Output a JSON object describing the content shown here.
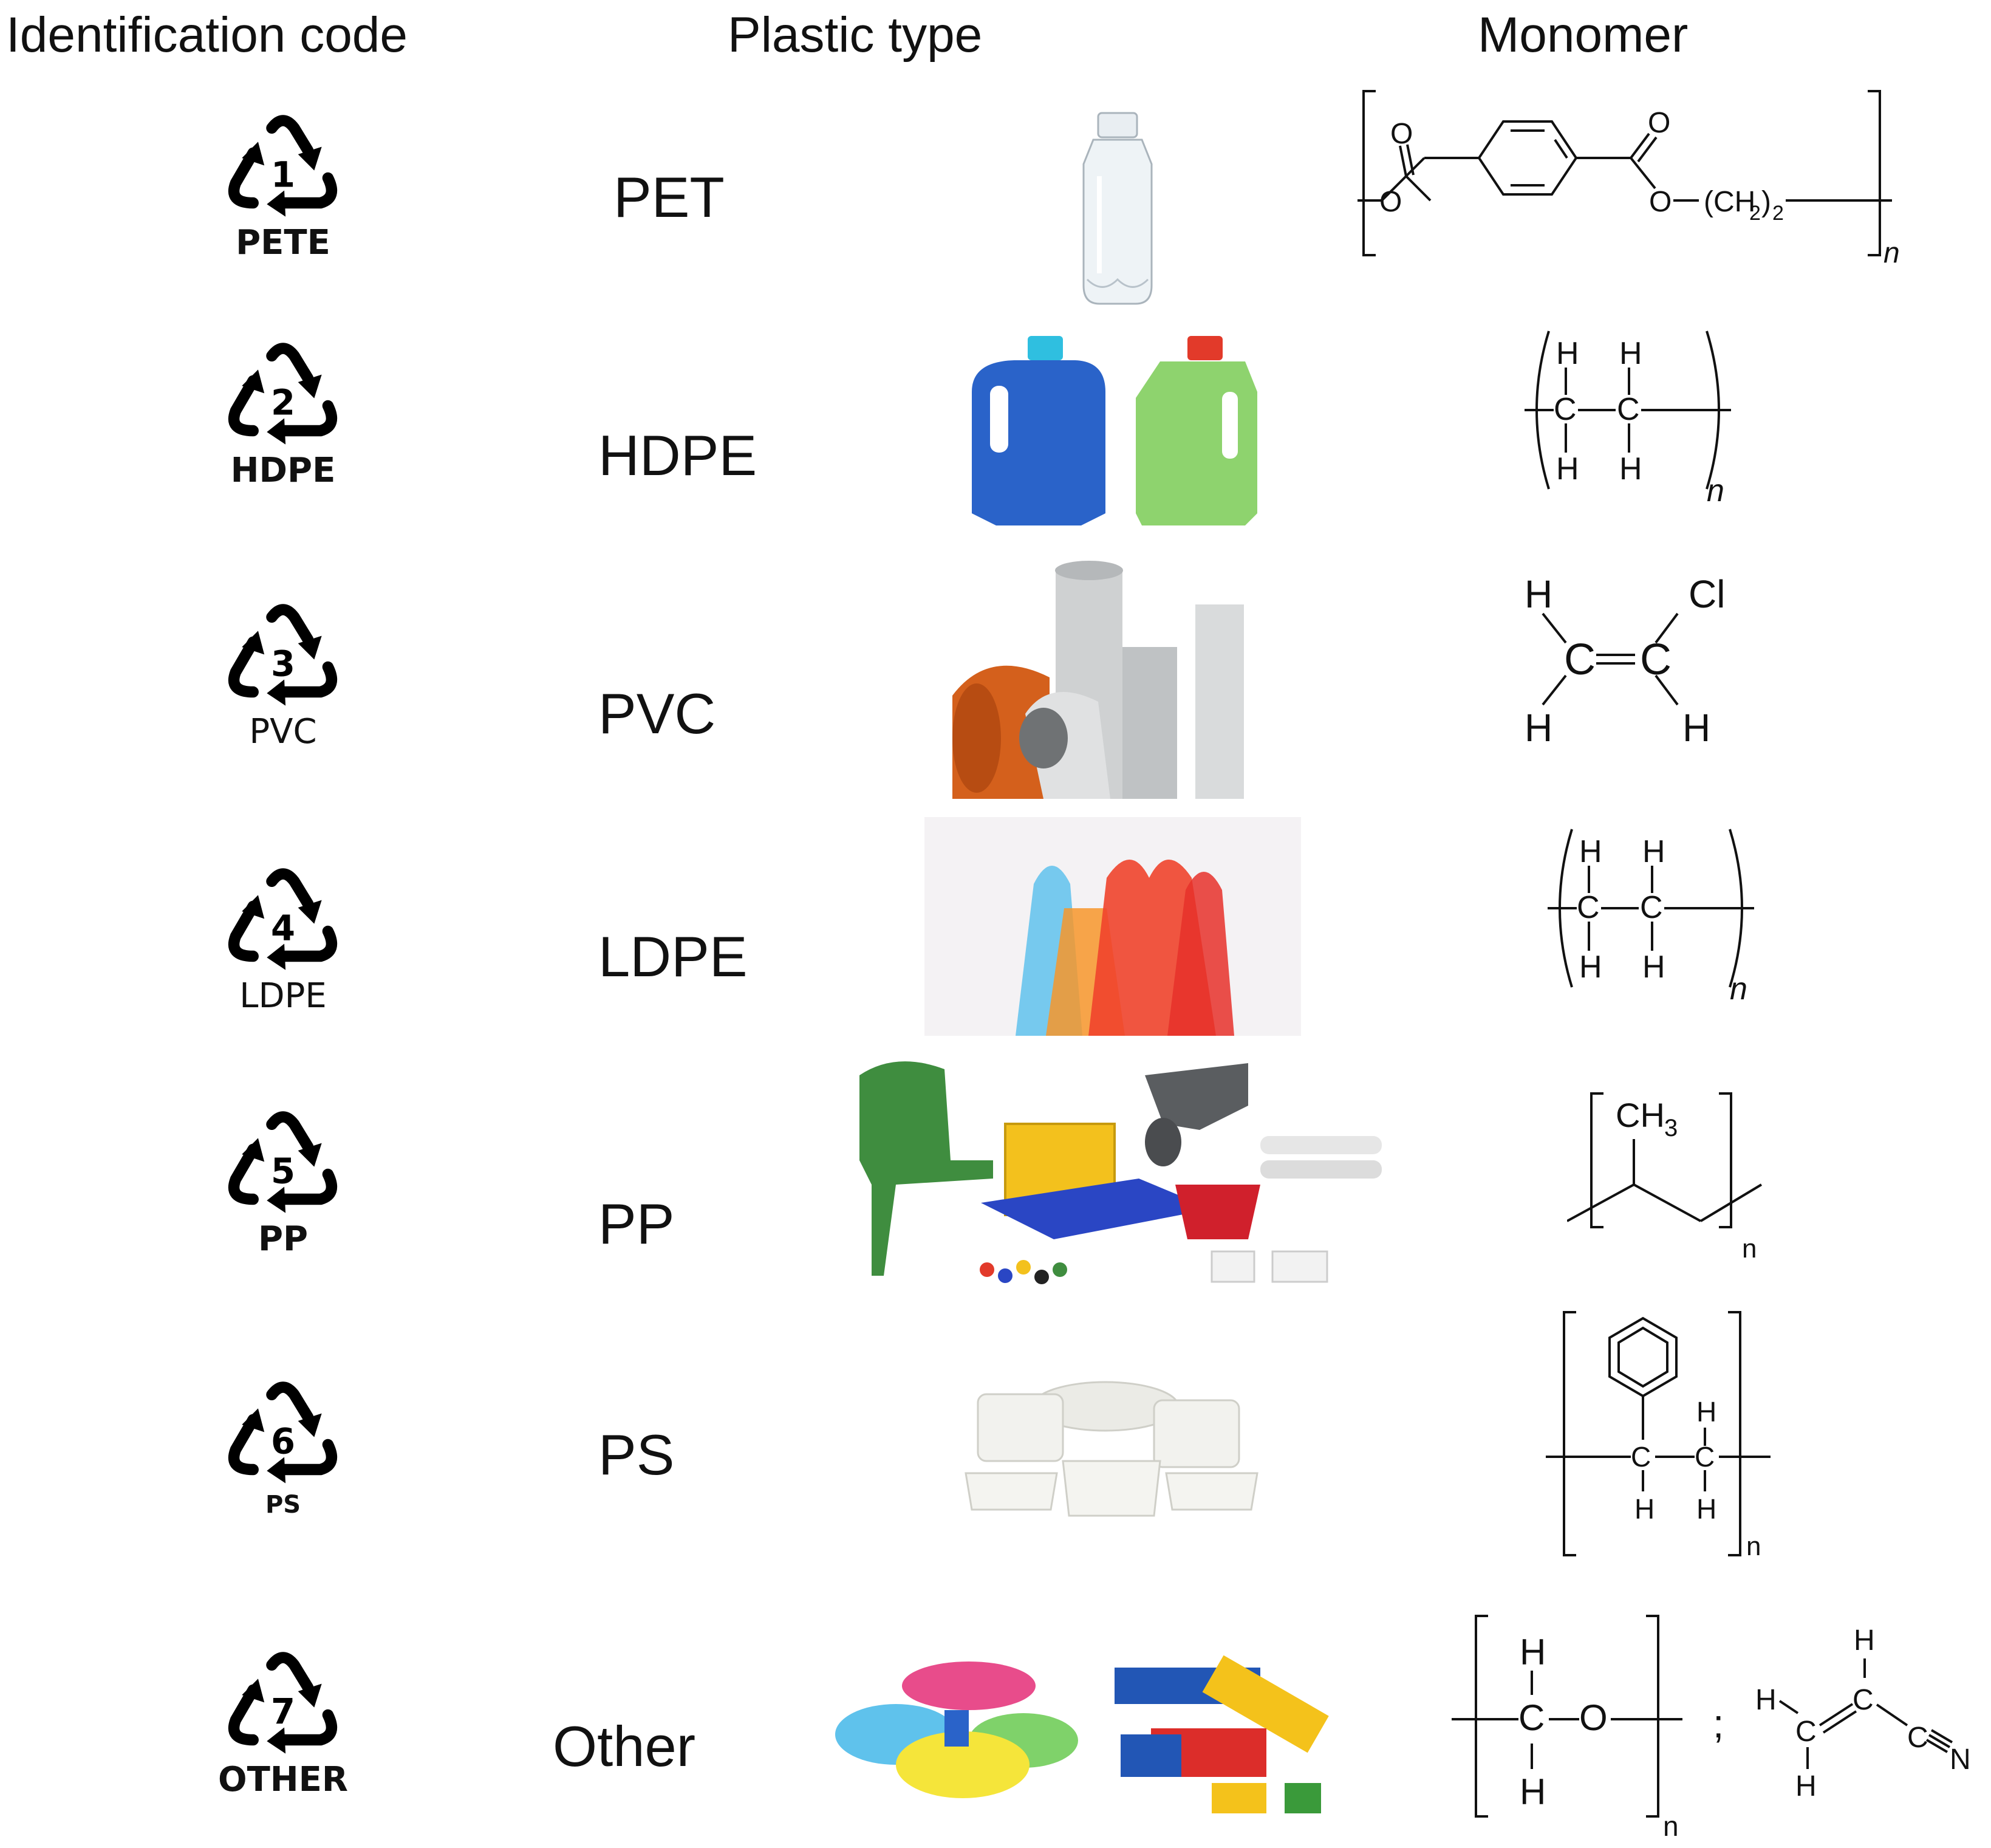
{
  "headers": {
    "code": "Identification code",
    "type": "Plastic type",
    "monomer": "Monomer"
  },
  "rows": [
    {
      "number": "1",
      "code_label": "PETE",
      "plastic": "PET",
      "image": "clear-bottle-photo",
      "monomer_text": {
        "o1": "O",
        "o2": "O",
        "o3": "O",
        "o4": "O",
        "ch2": "(CH",
        "sub2": "2",
        "close": ")",
        "sub2b": "2",
        "n": "n"
      }
    },
    {
      "number": "2",
      "code_label": "HDPE",
      "plastic": "HDPE",
      "image": "detergent-bottles-photo",
      "monomer_text": {
        "h": "H",
        "c": "C",
        "n": "n"
      }
    },
    {
      "number": "3",
      "code_label": "PVC",
      "plastic": "PVC",
      "image": "pipes-photo",
      "monomer_text": {
        "h": "H",
        "c": "C",
        "cl": "Cl"
      }
    },
    {
      "number": "4",
      "code_label": "LDPE",
      "plastic": "LDPE",
      "image": "plastic-bags-photo",
      "monomer_text": {
        "h": "H",
        "c": "C",
        "n": "n"
      }
    },
    {
      "number": "5",
      "code_label": "PP",
      "plastic": "PP",
      "image": "household-items-photo",
      "monomer_text": {
        "ch": "CH",
        "sub3": "3",
        "n": "n"
      }
    },
    {
      "number": "6",
      "code_label": "PS",
      "plastic": "PS",
      "image": "foam-containers-photo",
      "monomer_text": {
        "h": "H",
        "c": "C",
        "n": "n"
      }
    },
    {
      "number": "7",
      "code_label": "OTHER",
      "plastic": "Other",
      "image": "toys-photo",
      "monomer_text": {
        "h": "H",
        "c": "C",
        "o": "O",
        "n": "n",
        "sep": ";",
        "nn": "N"
      }
    }
  ],
  "colors": {
    "bottle_blue": "#2a63c9",
    "bottle_blue_cap": "#2fbfe0",
    "bottle_green": "#8ed36e",
    "bottle_green_cap": "#e23a2a",
    "pipe_orange": "#d4601c",
    "pipe_grey": "#cfd1d2",
    "bag_red": "#f0442c",
    "bag_blue": "#5fc2ec",
    "bag_orange": "#f7962a",
    "chair_green": "#3f8d3f",
    "crate_yellow": "#f3c11d",
    "pallet_blue": "#2a46c4",
    "bucket_red": "#d0202c",
    "foam_white": "#f2f2ee",
    "toy_pink": "#e84c8b",
    "toy_yellow": "#f5e53a",
    "toy_green": "#7fd26a",
    "lego_blue": "#2256b5",
    "lego_red": "#dc2d2a",
    "lego_yellow": "#f4c21b"
  }
}
